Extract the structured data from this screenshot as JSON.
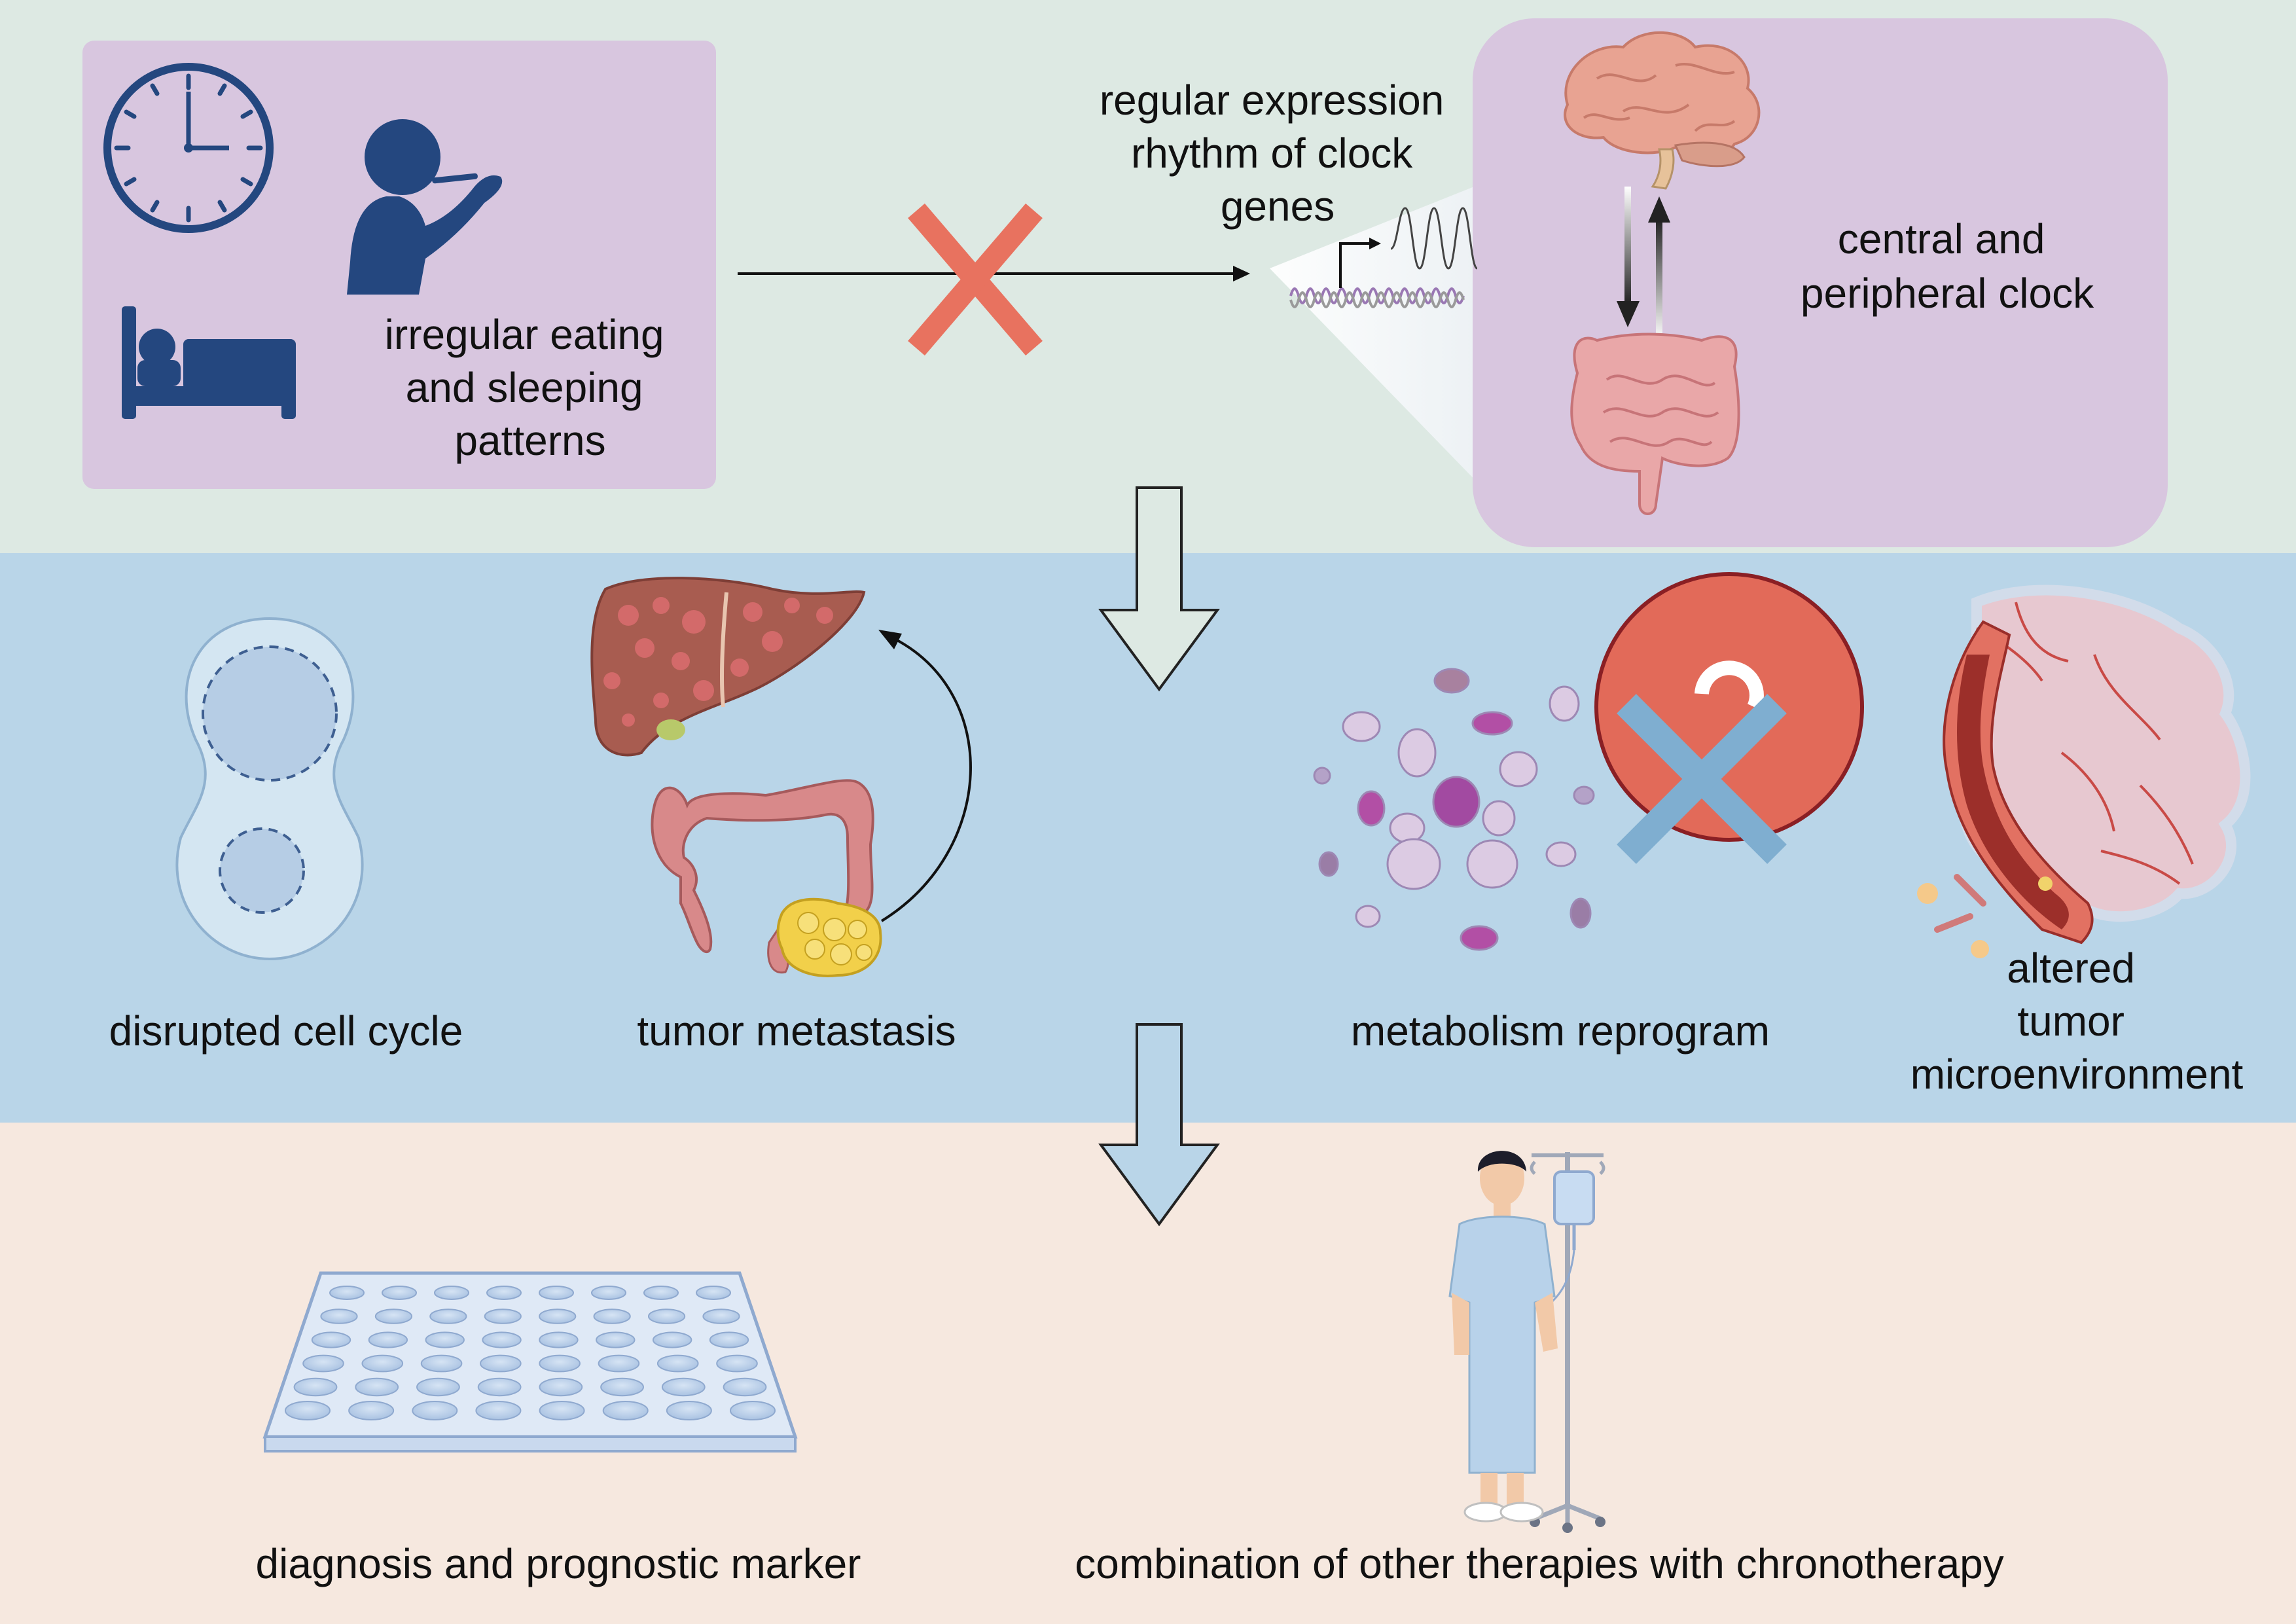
{
  "panels": {
    "top": {
      "behavior_label": [
        "irregular eating",
        "and sleeping",
        "patterns"
      ],
      "rhythm_label": [
        "regular expression",
        "rhythm of clock",
        "genes"
      ],
      "clock_label": [
        "central and",
        "peripheral clock"
      ]
    },
    "middle": {
      "cell_cycle_label": "disrupted cell cycle",
      "metastasis_label": "tumor metastasis",
      "metabolism_label": "metabolism reprogram",
      "microenvironment_label": [
        "altered",
        "tumor",
        "microenvironment"
      ]
    },
    "bottom": {
      "marker_label": "diagnosis and prognostic marker",
      "therapy_label": "combination of other therapies with chronotherapy"
    }
  },
  "colors": {
    "top_band": "#dde9e3",
    "middle_band": "#b9d5e8",
    "bottom_band": "#f6e8df",
    "purple_box": "#d8c6df",
    "icon_navy": "#24477f",
    "cross_red": "#e8725f",
    "cross_blue": "#7faed0"
  },
  "icons": [
    "clock-icon",
    "eating-person-icon",
    "sleeping-bed-icon",
    "forbidden-cross-icon",
    "gene-expression-icon",
    "brain-icon",
    "intestine-icon",
    "bidirectional-arrow-icon",
    "dividing-cell-icon",
    "liver-icon",
    "colon-tumor-icon",
    "metabolites-icon",
    "tumor-vessel-icon",
    "well-plate-icon",
    "patient-iv-icon"
  ]
}
